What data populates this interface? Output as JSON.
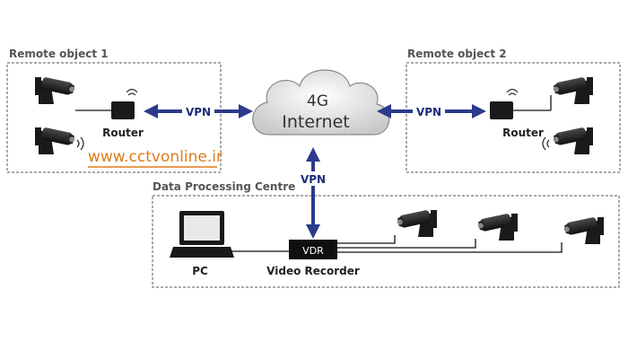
{
  "groups": {
    "remote1": "Remote object 1",
    "remote2": "Remote object 2",
    "dpc": "Data Processing Centre"
  },
  "labels": {
    "router1": "Router",
    "router2": "Router",
    "pc": "PC",
    "video_recorder": "Video Recorder",
    "vdr": "VDR"
  },
  "cloud": {
    "line1": "4G",
    "line2": "Internet"
  },
  "vpn": {
    "left": "VPN",
    "right": "VPN",
    "down": "VPN"
  },
  "website": "www.cctvonline.ir",
  "colors": {
    "arrow": "#2b3a8c",
    "vpn_text": "#1f2d7a",
    "website": "#e07b17",
    "device": "#1a1a1a",
    "box_border": "#555555"
  }
}
